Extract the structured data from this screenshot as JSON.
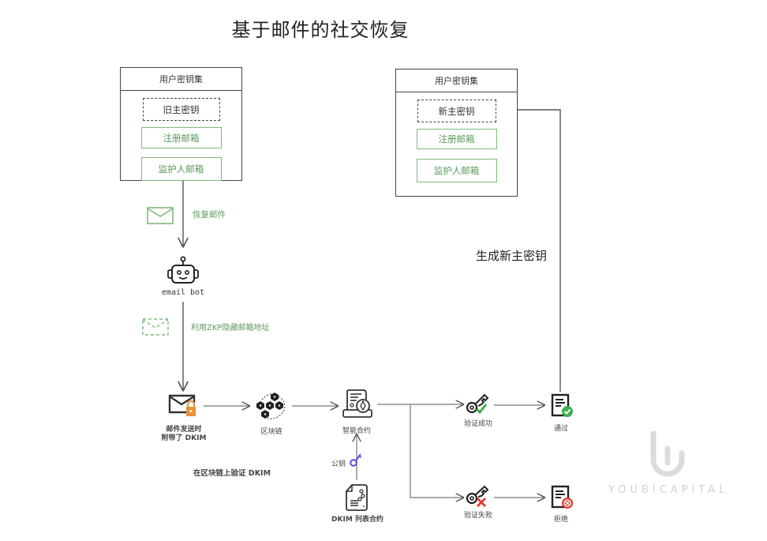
{
  "title": "基于邮件的社交恢复",
  "left_keyset": {
    "header": "用户密钥集",
    "master_key": "旧主密钥",
    "registered_email": "注册邮箱",
    "guardian_email": "监护人邮箱"
  },
  "right_keyset": {
    "header": "用户密钥集",
    "master_key": "新主密钥",
    "registered_email": "注册邮箱",
    "guardian_email": "监护人邮箱"
  },
  "flow": {
    "recovery_email_label": "恢复邮件",
    "email_bot_label": "email bot",
    "zkp_label": "利用ZKP隐藏邮箱地址",
    "dkim_mail_label_line1": "邮件发送时",
    "dkim_mail_label_line2": "附带了 DKIM",
    "blockchain_label": "区块链",
    "verify_onchain_label": "在区块链上验证 DKIM",
    "smart_contract_label": "智能合约",
    "public_key_label": "公钥",
    "dkim_registry_label": "DKIM 列表合约",
    "verify_success_label": "验证成功",
    "verify_fail_label": "验证失败",
    "pass_label": "通过",
    "reject_label": "拒绝",
    "generate_key_label": "生成新主密钥"
  },
  "colors": {
    "green": "#5c9a5c",
    "green_border": "#7fb97f",
    "lock_orange": "#e8923a",
    "check_green": "#3cae4a",
    "reject_red": "#e53935",
    "key_purple": "#5b4fe0",
    "line_gray": "#555555"
  },
  "watermark": {
    "text": "YOUBICAPITAL"
  }
}
